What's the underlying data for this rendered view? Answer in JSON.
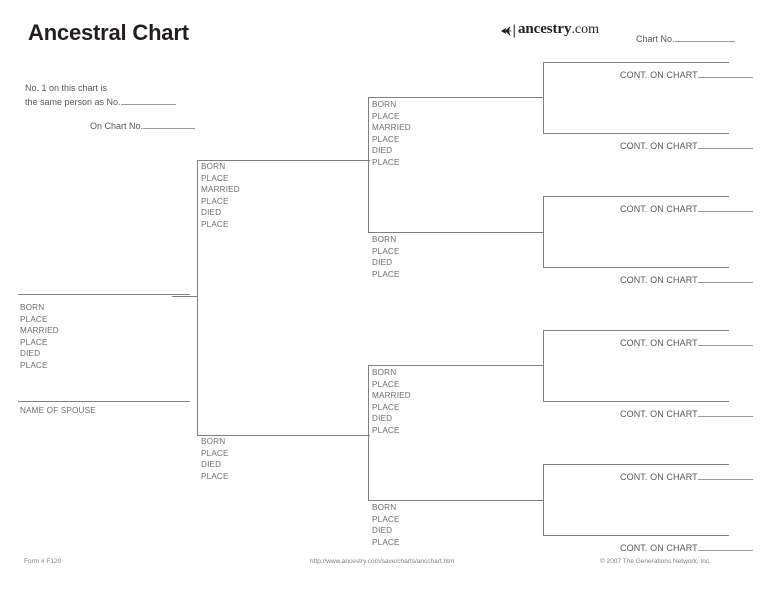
{
  "header": {
    "title": "Ancestral Chart",
    "info_line_1": "No. 1 on this chart is",
    "info_line_2": "the same person as No.",
    "info_line_3": "On Chart No.",
    "chart_no_label": "Chart No."
  },
  "logo": {
    "icon": "ancestry-leaf-icon",
    "word": "ancestry",
    "tld": ".com"
  },
  "fields": {
    "born": "BORN",
    "place": "PLACE",
    "married": "MARRIED",
    "died": "DIED",
    "spouse": "NAME OF SPOUSE"
  },
  "cont_label": "CONT. ON CHART",
  "footer": {
    "form": "Form # F120",
    "url": "http://www.ancestry.com/save/charts/ancchart.htm",
    "copyright": "© 2007 The Generations Network, Inc."
  },
  "colors": {
    "line": "#808083",
    "text": "#58585b",
    "field_text": "#6d6e71",
    "title": "#231f20",
    "background": "#ffffff"
  },
  "chart_data": {
    "type": "diagram",
    "title": "Ancestral Chart",
    "generations": 4,
    "generation_1": [
      {
        "position": "person-1",
        "fields": [
          "BORN",
          "PLACE",
          "MARRIED",
          "PLACE",
          "DIED",
          "PLACE"
        ],
        "spouse_field": "NAME OF SPOUSE"
      }
    ],
    "generation_2": [
      {
        "position": "father",
        "fields": [
          "BORN",
          "PLACE",
          "MARRIED",
          "PLACE",
          "DIED",
          "PLACE"
        ]
      },
      {
        "position": "mother",
        "fields": [
          "BORN",
          "PLACE",
          "DIED",
          "PLACE"
        ]
      }
    ],
    "generation_3": [
      {
        "position": "paternal-grandfather",
        "fields": [
          "BORN",
          "PLACE",
          "MARRIED",
          "PLACE",
          "DIED",
          "PLACE"
        ]
      },
      {
        "position": "paternal-grandmother",
        "fields": [
          "BORN",
          "PLACE",
          "DIED",
          "PLACE"
        ]
      },
      {
        "position": "maternal-grandfather",
        "fields": [
          "BORN",
          "PLACE",
          "MARRIED",
          "PLACE",
          "DIED",
          "PLACE"
        ]
      },
      {
        "position": "maternal-grandmother",
        "fields": [
          "BORN",
          "PLACE",
          "DIED",
          "PLACE"
        ]
      }
    ],
    "generation_4": [
      {
        "position": "great-grandparent-1",
        "label": "CONT. ON CHART"
      },
      {
        "position": "great-grandparent-2",
        "label": "CONT. ON CHART"
      },
      {
        "position": "great-grandparent-3",
        "label": "CONT. ON CHART"
      },
      {
        "position": "great-grandparent-4",
        "label": "CONT. ON CHART"
      },
      {
        "position": "great-grandparent-5",
        "label": "CONT. ON CHART"
      },
      {
        "position": "great-grandparent-6",
        "label": "CONT. ON CHART"
      },
      {
        "position": "great-grandparent-7",
        "label": "CONT. ON CHART"
      },
      {
        "position": "great-grandparent-8",
        "label": "CONT. ON CHART"
      }
    ]
  }
}
